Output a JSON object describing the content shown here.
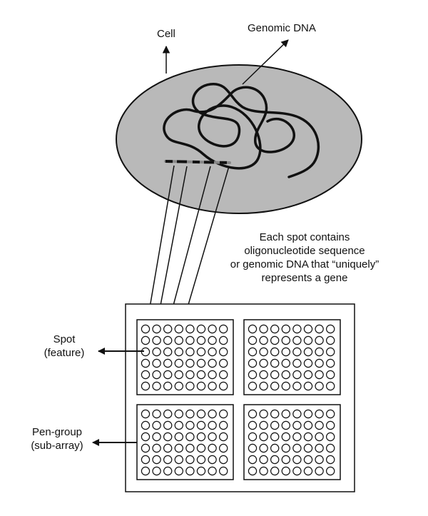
{
  "labels": {
    "cell": "Cell",
    "genomic_dna": "Genomic DNA",
    "description": [
      "Each spot contains",
      "oligonucleotide sequence",
      "or genomic DNA that “uniquely”",
      "represents a gene"
    ],
    "spot": [
      "Spot",
      "(feature)"
    ],
    "pen_group": [
      "Pen-group",
      "(sub-array)"
    ]
  },
  "array": {
    "subarray_grid": [
      2,
      2
    ],
    "spots_per_subarray": {
      "rows": 6,
      "cols": 8
    }
  },
  "colors": {
    "cell_fill": "#b9b9b9",
    "stroke": "#111111",
    "background": "#ffffff"
  }
}
